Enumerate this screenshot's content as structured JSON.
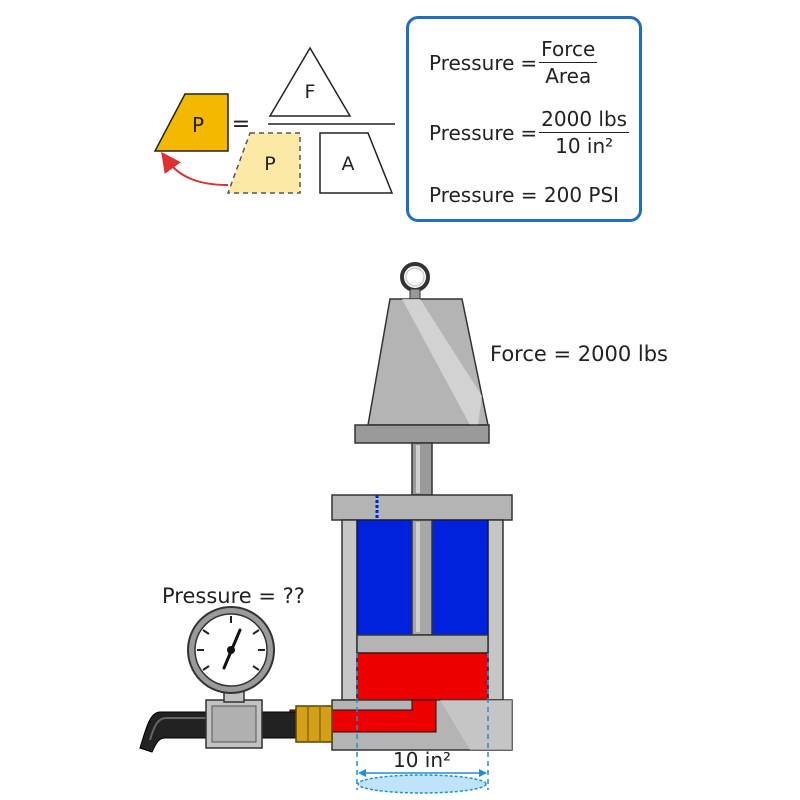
{
  "triangle": {
    "p_label": "P",
    "equals": "=",
    "f_label": "F",
    "p_dashed_label": "P",
    "a_label": "A"
  },
  "formulas": {
    "pressure_word": "Pressure",
    "equals": "=",
    "force_word": "Force",
    "area_word": "Area",
    "force_value": "2000 lbs",
    "area_value": "10 in²",
    "result": "Pressure = 200 PSI"
  },
  "labels": {
    "force": "Force = 2000 lbs",
    "pressure_unknown": "Pressure = ??",
    "area": "10 in²"
  },
  "colors": {
    "accent_yellow": "#f5b800",
    "light_yellow": "#fde9a6",
    "box_border": "#1f6fc5",
    "fluid_blue": "#0022dd",
    "fluid_red": "#ee0000",
    "steel": "#b4b4b4",
    "arrow_red": "#e03030"
  }
}
